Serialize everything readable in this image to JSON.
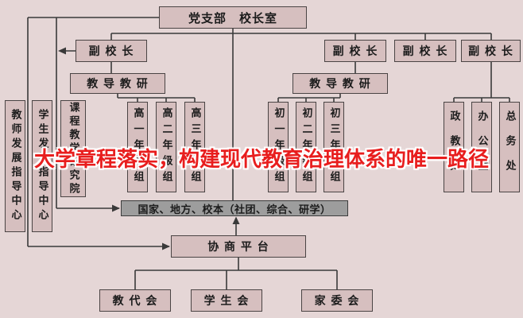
{
  "overlay_title": "大学章程落实，构建现代教育治理体系的唯一路径",
  "org": {
    "top_box": "党支部　校长室",
    "vice_left": "副 校 长",
    "vice_right": [
      "副 校 长",
      "副 校 长",
      "副 校 长"
    ],
    "teach_research_left": "教 导 教 研",
    "teach_research_right": "教 导 教 研",
    "left_centers": [
      "教师发展指导中心",
      "学生发展指导中心",
      "课程教学研究院"
    ],
    "senior_grades": [
      "高一年级组",
      "高二年级组",
      "高三年级组"
    ],
    "junior_grades": [
      "初一年级组",
      "初二年级组",
      "初三年级组"
    ],
    "right_depts": [
      "政教处",
      "办公室",
      "总务处"
    ],
    "curriculum_bar": "国家、地方、校本（社团、综合、研学）",
    "platform": "协 商 平 台",
    "bottom_boxes": [
      "教 代 会",
      "学 生 会",
      "家 委 会"
    ],
    "colors": {
      "background": "#e5d6d6",
      "box_fill": "#d6bfbf",
      "box_border": "#4a4444",
      "bar_gray": "#9d9d9d",
      "accent_red": "#e81e1e",
      "line": "#3a3a3a"
    }
  }
}
